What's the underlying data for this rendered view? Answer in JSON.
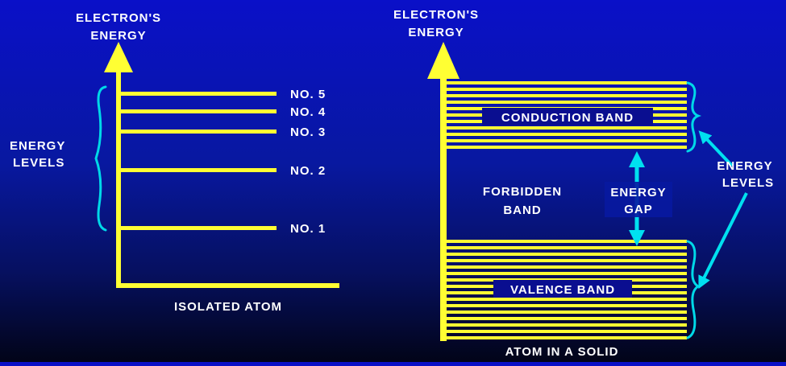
{
  "colors": {
    "line": "#ffff33",
    "arrow": "#00e0f0",
    "text": "#ffffff",
    "label_bg": "#0a0e90"
  },
  "left_diagram": {
    "axis_label_line1": "ELECTRON'S",
    "axis_label_line2": "ENERGY",
    "brace_label_line1": "ENERGY",
    "brace_label_line2": "LEVELS",
    "levels": [
      "NO. 5",
      "NO. 4",
      "NO. 3",
      "NO. 2",
      "NO. 1"
    ],
    "caption": "ISOLATED ATOM"
  },
  "right_diagram": {
    "axis_label_line1": "ELECTRON'S",
    "axis_label_line2": "ENERGY",
    "conduction_band": "CONDUCTION BAND",
    "valence_band": "VALENCE BAND",
    "forbidden_line1": "FORBIDDEN",
    "forbidden_line2": "BAND",
    "gap_line1": "ENERGY",
    "gap_line2": "GAP",
    "levels_line1": "ENERGY",
    "levels_line2": "LEVELS",
    "caption": "ATOM IN A SOLID"
  }
}
